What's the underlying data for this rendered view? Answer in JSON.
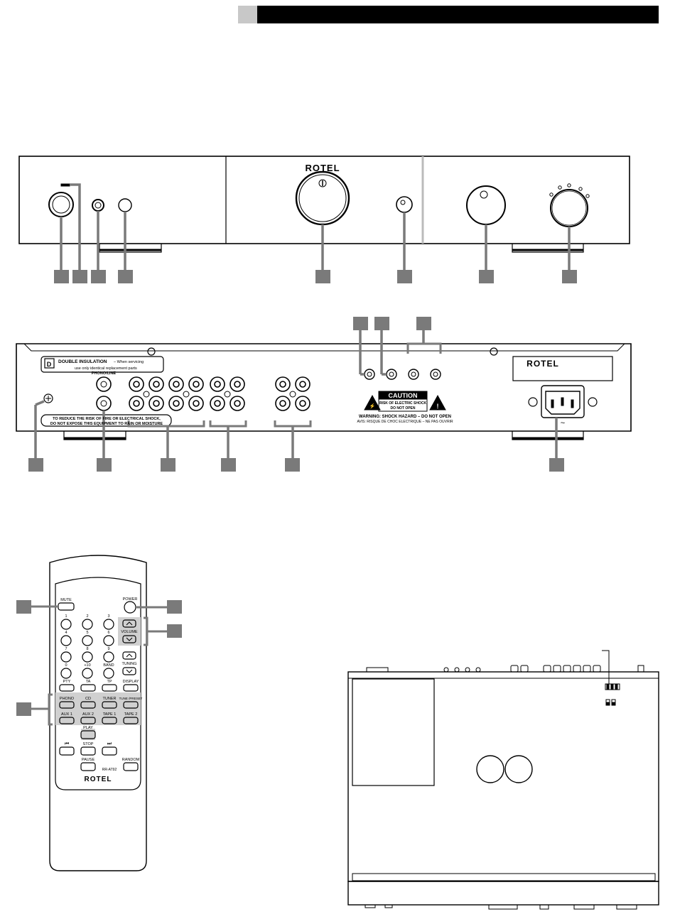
{
  "brand": "ROTEL",
  "rear": {
    "phono_line": "PHONO/LINE",
    "double_insulation_title": "DOUBLE INSULATION",
    "double_insulation_line1": "– When servicing",
    "double_insulation_line2": "use only identical replacement parts",
    "fire_warning_line1": "TO REDUCE THE RISK OF FIRE OR ELECTRICAL SHOCK,",
    "fire_warning_line2": "DO NOT EXPOSE THIS EQUIPMENT TO RAIN OR MOISTURE",
    "caution_title": "CAUTION",
    "caution_line1": "RISK OF ELECTRIC SHOCK",
    "caution_line2": "DO NOT OPEN",
    "warning_line1": "WARNING: SHOCK HAZARD – DO NOT OPEN",
    "warning_line2": "AVIS: RISQUE DE CHOC ELECTRIQUE – NE PAS OUVRIR",
    "ac_symbol": "~",
    "d_mark": "D"
  },
  "remote": {
    "mute": "MUTE",
    "power": "POWER",
    "n1": "1",
    "n2": "2",
    "n3": "3",
    "n4": "4",
    "n5": "5",
    "n6": "6",
    "n7": "7",
    "n8": "8",
    "n9": "9",
    "n0": "0",
    "plus10": "+10",
    "band": "BAND",
    "volume": "VOLUME",
    "tuning": "TUNING",
    "pty": "PTY",
    "ta": "TA",
    "tp": "TP",
    "display": "DISPLAY",
    "phono": "PHONO",
    "cd": "CD",
    "tuner": "TUNER",
    "tune_preset": "TUNE /PRESET",
    "aux1": "AUX 1",
    "aux2": "AUX 2",
    "tape1": "TAPE 1",
    "tape2": "TAPE 2",
    "play": "PLAY",
    "stop": "STOP",
    "pause": "PAUSE",
    "random": "RANDOM",
    "model": "RR-AT92",
    "rewind_icon": "rewind-icon",
    "forward_icon": "fast-forward-icon"
  }
}
